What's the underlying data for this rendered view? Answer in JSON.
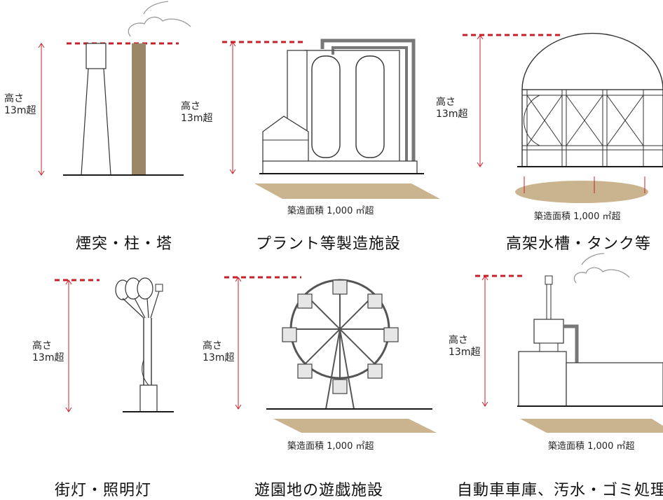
{
  "height_label": {
    "line1": "高さ",
    "line2": "13m超"
  },
  "area_label": "築造面積 1,000 ㎡超",
  "panels": [
    {
      "caption": "煙突・柱・塔"
    },
    {
      "caption": "プラント等製造施設"
    },
    {
      "caption": "高架水槽・タンク等"
    },
    {
      "caption": "街灯・照明灯"
    },
    {
      "caption": "遊園地の遊戯施設"
    },
    {
      "caption": "自動車車庫、汚水・ゴミ処理"
    }
  ],
  "colors": {
    "dashed_line": "#c8202a",
    "dimension_line": "#c8202a",
    "ground": "#1a1a1a",
    "footprint": "#c9b48f",
    "pillar": "#9c8668",
    "structure_stroke": "#333333",
    "plant_pipe": "#777777"
  }
}
